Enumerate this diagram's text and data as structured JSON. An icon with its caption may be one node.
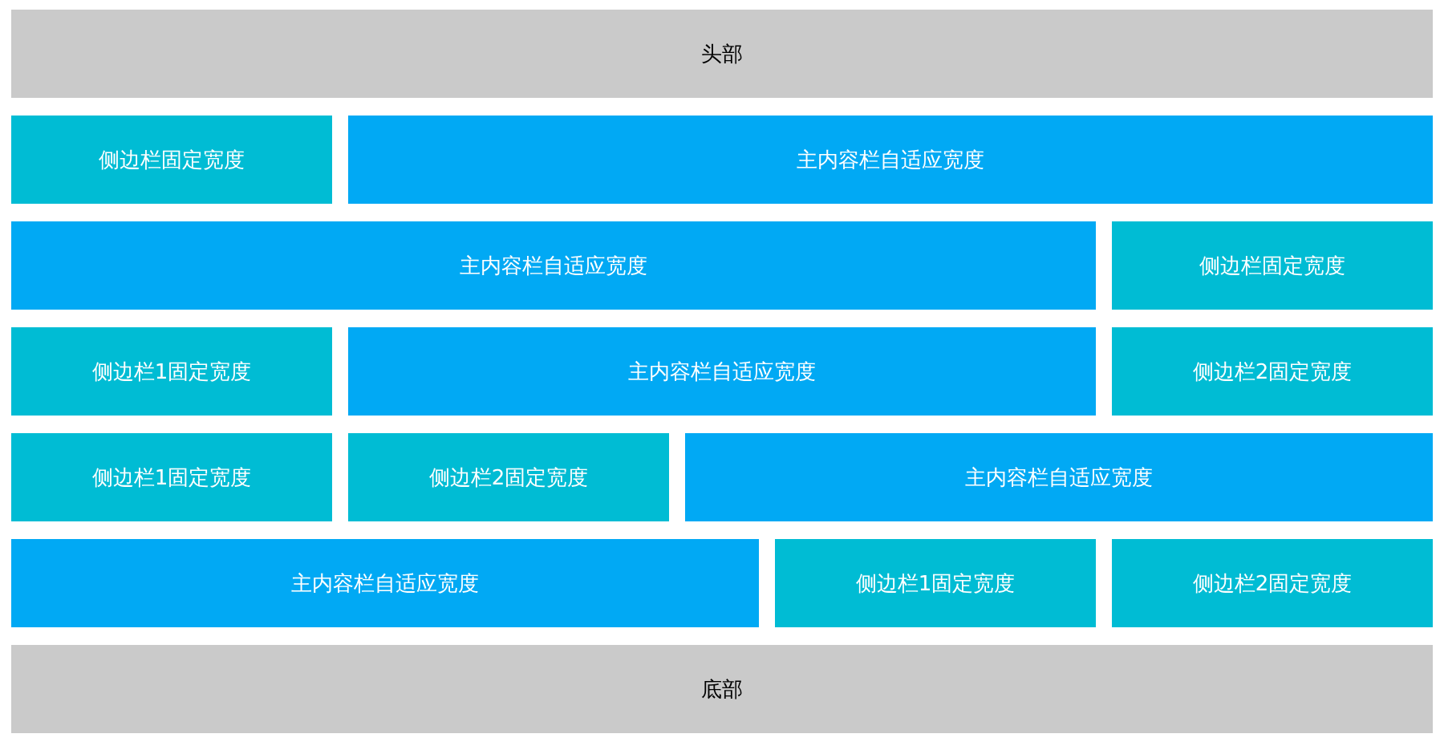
{
  "diagram": {
    "nodes": [
      {
        "text": [
          "头部"
        ]
      },
      {
        "text": [
          "侧边栏固定宽度"
        ]
      },
      {
        "text": [
          "主内容栏自适应宽度"
        ]
      },
      {
        "text": [
          "主内容栏自适应宽度"
        ]
      },
      {
        "text": [
          "侧边栏固定宽度"
        ]
      },
      {
        "text": [
          "侧边栏1固定宽度"
        ]
      },
      {
        "text": [
          "主内容栏自适应宽度"
        ]
      },
      {
        "text": [
          "侧边栏2固定宽度"
        ]
      },
      {
        "text": [
          "侧边栏1固定宽度"
        ]
      },
      {
        "text": [
          "侧边栏2固定宽度"
        ]
      },
      {
        "text": [
          "主内容栏自适应宽度"
        ]
      },
      {
        "text": [
          "主内容栏自适应宽度"
        ]
      },
      {
        "text": [
          "侧边栏1固定宽度"
        ]
      },
      {
        "text": [
          "侧边栏2固定宽度"
        ]
      },
      {
        "text": [
          "底部"
        ]
      }
    ]
  }
}
